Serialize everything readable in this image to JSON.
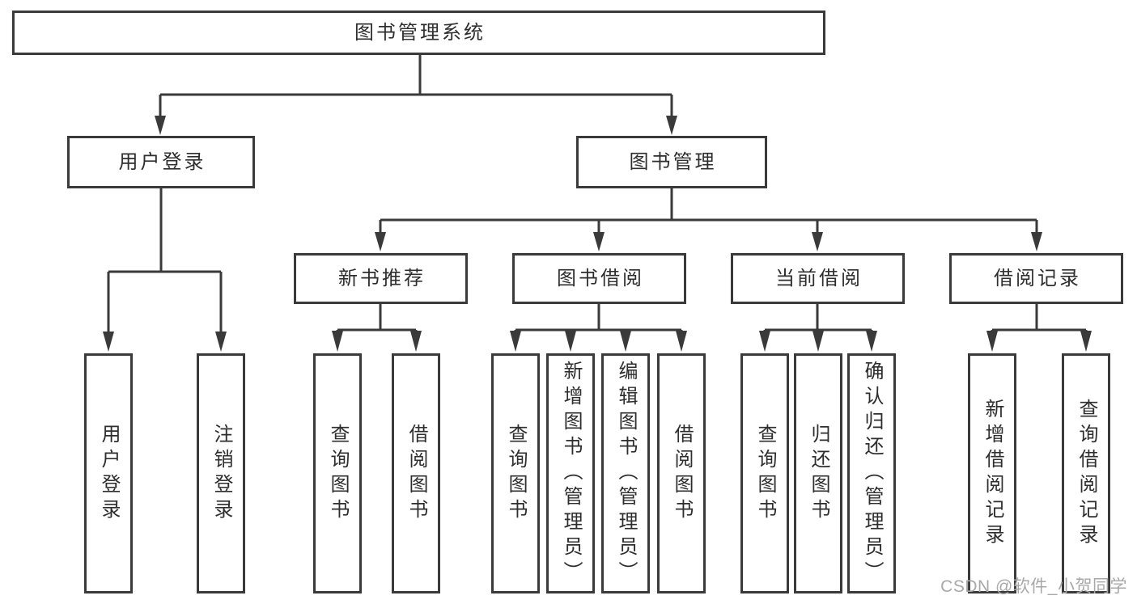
{
  "diagram": {
    "title": "图书管理系统",
    "branches": [
      {
        "label": "用户登录",
        "children": [
          {
            "label": "用户登录"
          },
          {
            "label": "注销登录"
          }
        ]
      },
      {
        "label": "图书管理",
        "children": [
          {
            "label": "新书推荐",
            "children": [
              {
                "label": "查询图书"
              },
              {
                "label": "借阅图书"
              }
            ]
          },
          {
            "label": "图书借阅",
            "children": [
              {
                "label": "查询图书"
              },
              {
                "label": "新增图书（管理员）"
              },
              {
                "label": "编辑图书（管理员）"
              },
              {
                "label": "借阅图书"
              }
            ]
          },
          {
            "label": "当前借阅",
            "children": [
              {
                "label": "查询图书"
              },
              {
                "label": "归还图书"
              },
              {
                "label": "确认归还（管理员）"
              }
            ]
          },
          {
            "label": "借阅记录",
            "children": [
              {
                "label": "新增借阅记录"
              },
              {
                "label": "查询借阅记录"
              }
            ]
          }
        ]
      }
    ]
  },
  "watermark": "CSDN @软件_小贺同学",
  "colors": {
    "line": "#3a3a3a",
    "text": "#2e2e2e",
    "watermark": "#a8a8a8",
    "background": "#ffffff"
  }
}
